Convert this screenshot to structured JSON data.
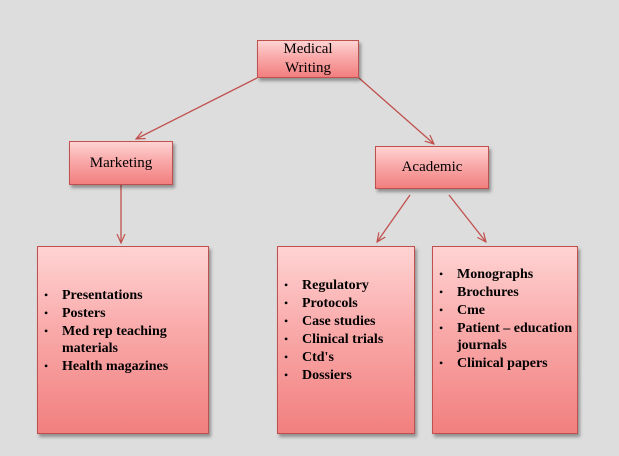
{
  "colors": {
    "background": "#dddddd",
    "box_border": "#c0504d",
    "box_fill_light": "#ffd3d3",
    "box_fill_dark": "#f27f7f",
    "arrow": "#c0504d"
  },
  "diagram": {
    "root": {
      "label": "Medical\nWriting"
    },
    "marketing": {
      "label": "Marketing",
      "items": [
        "Presentations",
        "Posters",
        "Med rep teaching materials",
        "Health magazines"
      ]
    },
    "academic": {
      "label": "Academic",
      "left_items": [
        "Regulatory",
        "Protocols",
        "Case studies",
        "Clinical trials",
        "Ctd's",
        "Dossiers"
      ],
      "right_items": [
        "Monographs",
        "Brochures",
        "Cme",
        "Patient – education journals",
        "Clinical papers"
      ]
    }
  }
}
